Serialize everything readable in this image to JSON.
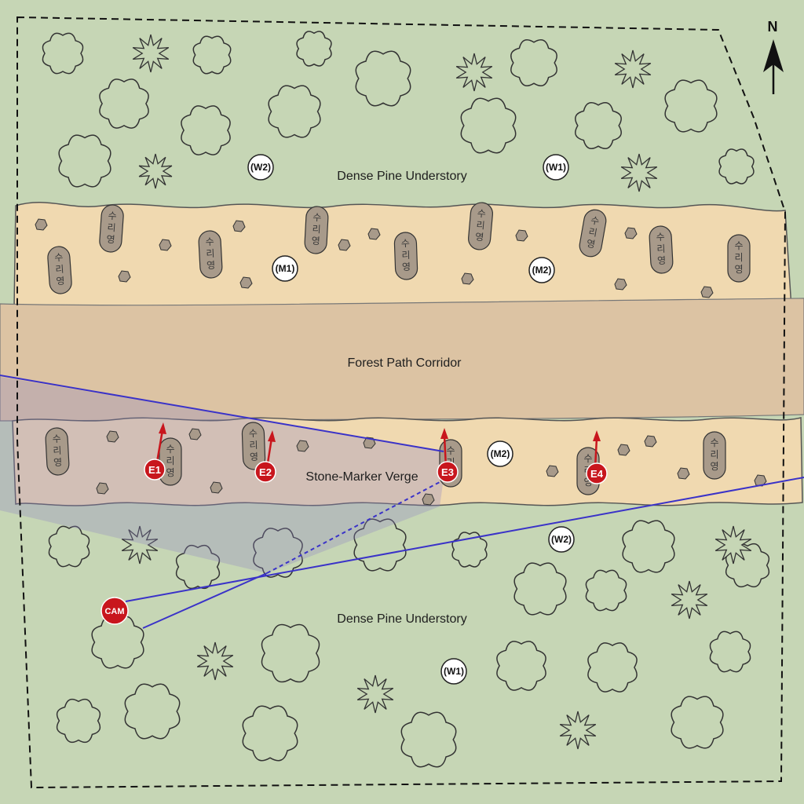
{
  "labels": {
    "north_understory": "Dense Pine Understory",
    "corridor": "Forest Path Corridor",
    "verge": "Stone-Marker Verge",
    "south_understory": "Dense Pine Understory"
  },
  "compass": {
    "letter": "N"
  },
  "markers": {
    "north_w2": "(W2)",
    "north_w1": "(W1)",
    "north_m1": "(M1)",
    "north_m2": "(M2)",
    "south_m2": "(M2)",
    "south_w2": "(W2)",
    "south_w1": "(W1)"
  },
  "evidence": {
    "e1": "E1",
    "e2": "E2",
    "e3": "E3",
    "e4": "E4"
  },
  "camera": {
    "label": "CAM"
  },
  "stone_inscription": "수리영",
  "colors": {
    "forest": "#c6d6b5",
    "verge": "#f0d9b0",
    "corridor": "#dcc3a3",
    "stone": "#a89a8a",
    "evidence_red": "#c8161d",
    "sightline_blue": "#3a32c8"
  },
  "icons": {
    "compass": "north-arrow-icon",
    "tree": "deciduous-tree-icon",
    "pine": "pine-star-icon",
    "stone": "stone-marker-icon",
    "rock": "rock-icon",
    "camera": "camera-marker-icon"
  }
}
